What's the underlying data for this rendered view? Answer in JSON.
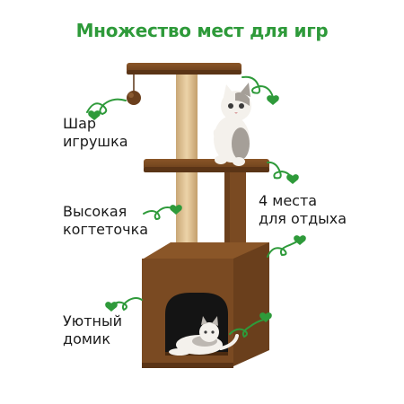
{
  "title": "Множество мест для игр",
  "labels": {
    "ball": "Шар\nигрушка",
    "scratcher": "Высокая\nкогтеточка",
    "places": "4 места\nдля отдыха",
    "house": "Уютный\nдомик"
  },
  "colors": {
    "accent": "#2e9a3a",
    "carpet": "#7a4a22",
    "carpet_dark": "#5a3416",
    "sisal": "#e0c497",
    "cat_white": "#f4f1ec",
    "cat_gray": "#9a9590"
  },
  "icons": [
    "heart-icon",
    "curly-arrow-icon",
    "cat-illustration",
    "cat-tree-illustration"
  ]
}
